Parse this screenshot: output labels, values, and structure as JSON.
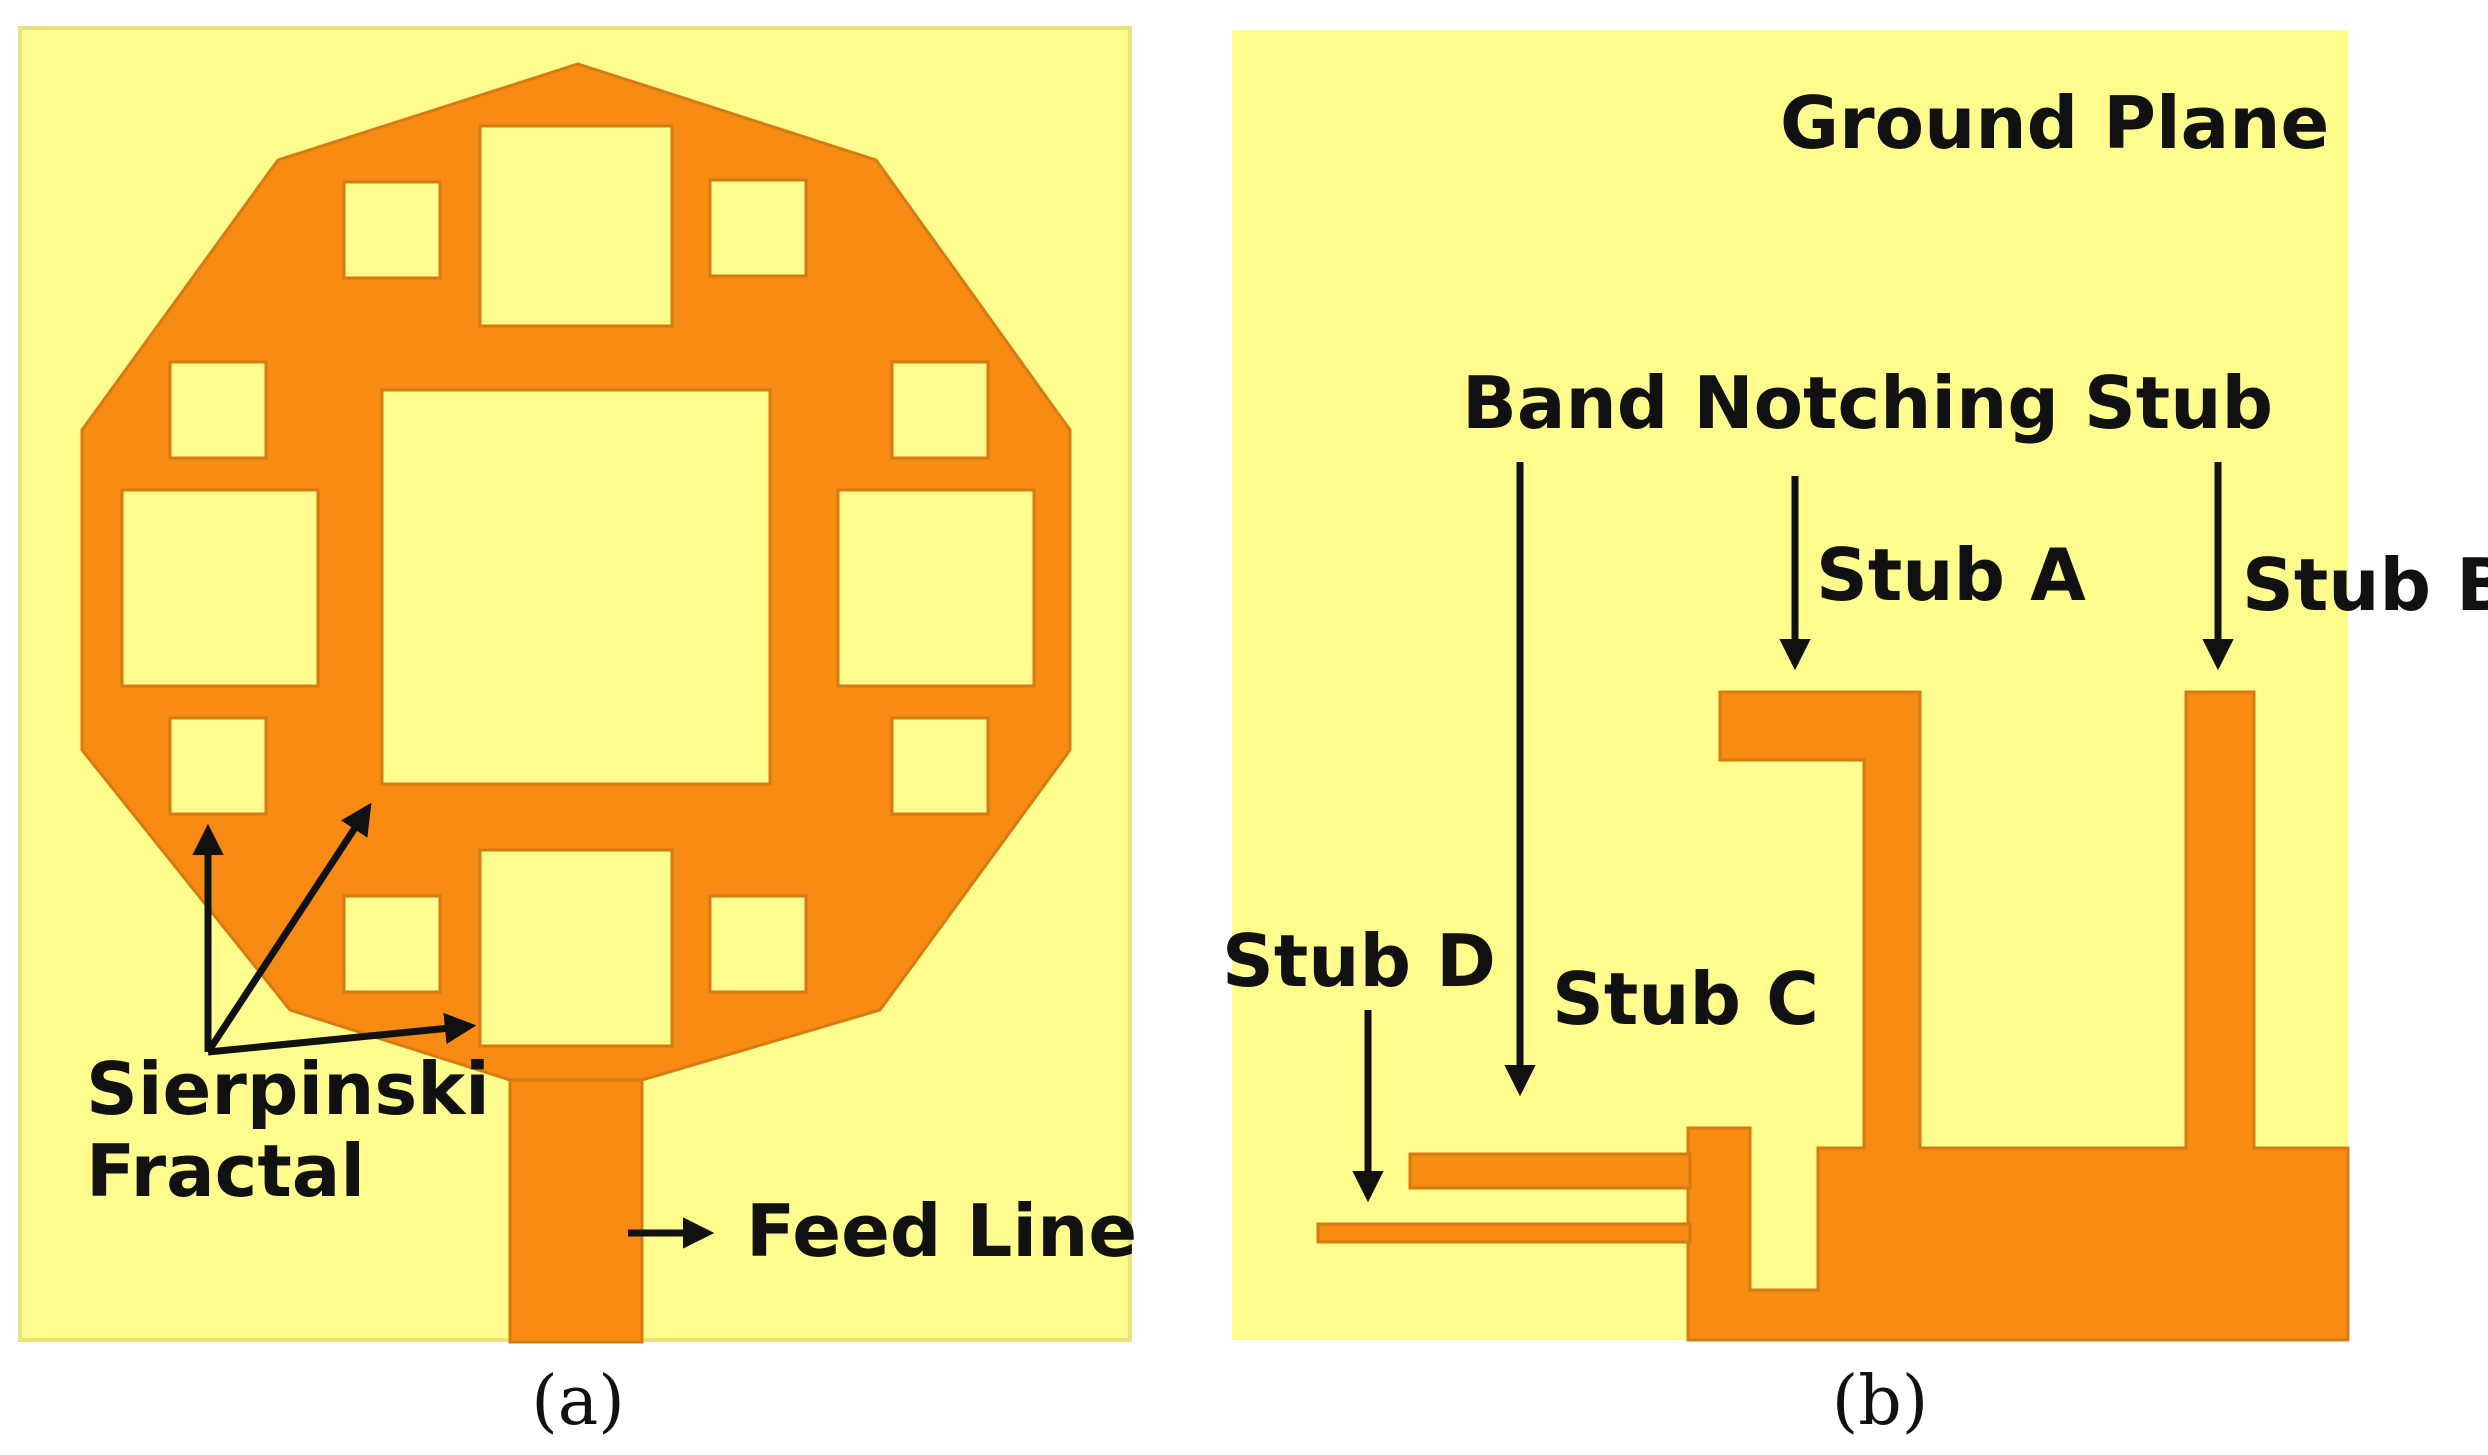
{
  "colors": {
    "substrate": "#fdfc8c",
    "copper": "#f78a13",
    "copper_edge": "#d67b12",
    "ink": "#111111",
    "background": "#ffffff"
  },
  "panel_a": {
    "label_sierpinski_line1": "Sierpinski",
    "label_sierpinski_line2": "Fractal",
    "label_feed_line": "Feed Line",
    "caption": "(a)"
  },
  "panel_b": {
    "label_ground_plane": "Ground Plane",
    "label_band_notching_stub": "Band Notching Stub",
    "label_stub_a": "Stub A",
    "label_stub_b": "Stub B",
    "label_stub_c": "Stub C",
    "label_stub_d": "Stub D",
    "caption": "(b)"
  }
}
